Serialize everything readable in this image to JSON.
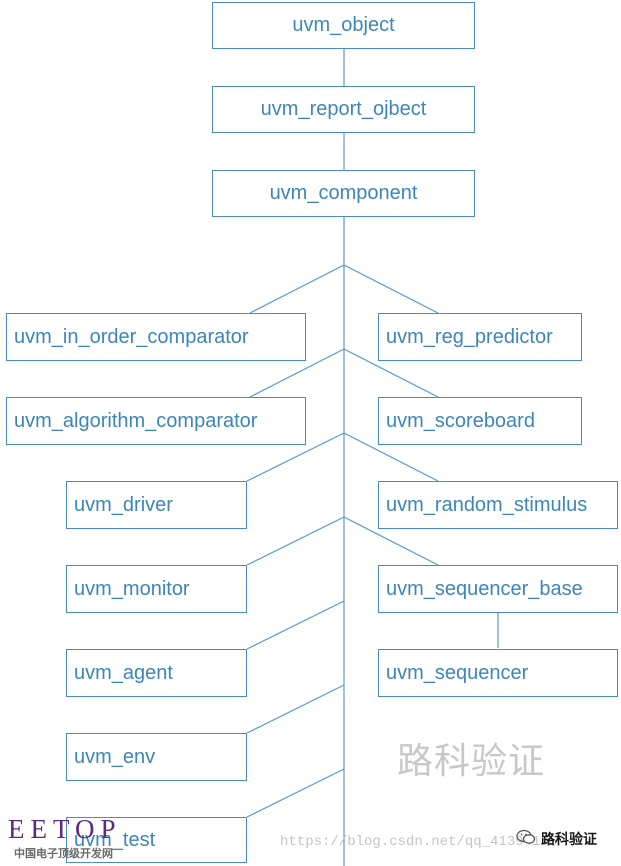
{
  "nodes": {
    "uvm_object": "uvm_object",
    "uvm_report_object": "uvm_report_ojbect",
    "uvm_component": "uvm_component",
    "uvm_in_order_comparator": "uvm_in_order_comparator",
    "uvm_reg_predictor": "uvm_reg_predictor",
    "uvm_algorithm_comparator": "uvm_algorithm_comparator",
    "uvm_scoreboard": "uvm_scoreboard",
    "uvm_driver": "uvm_driver",
    "uvm_random_stimulus": "uvm_random_stimulus",
    "uvm_monitor": "uvm_monitor",
    "uvm_sequencer_base": "uvm_sequencer_base",
    "uvm_agent": "uvm_agent",
    "uvm_sequencer": "uvm_sequencer",
    "uvm_env": "uvm_env",
    "uvm_test": "uvm_test"
  },
  "watermarks": {
    "center_text": "路科验证",
    "logo_text": "EETOP",
    "logo_subtitle": "中国电子顶级开发网",
    "url": "https://blog.csdn.net/qq_41394155",
    "wechat_label": "路科验证"
  },
  "colors": {
    "node_border": "#4a8cc0",
    "node_text": "#3c86b8",
    "connector": "#5a9ac8",
    "logo": "#5b2a86"
  }
}
